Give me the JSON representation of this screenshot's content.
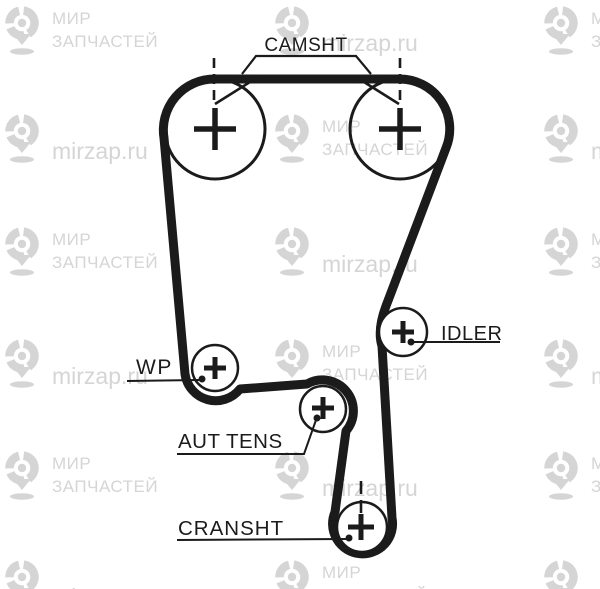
{
  "diagram": {
    "labels": {
      "camshaft": "CAMSHT",
      "idler": "IDLER",
      "water_pump": "WP",
      "tensioner": "AUT TENS",
      "crankshaft": "CRANSHT"
    },
    "line_color": "#1b1b1b"
  },
  "watermark": {
    "brand_line1": "МИР",
    "brand_line2": "ЗАПЧАСТЕЙ",
    "site": "mirzap.ru",
    "color": "#d5d5d5"
  }
}
